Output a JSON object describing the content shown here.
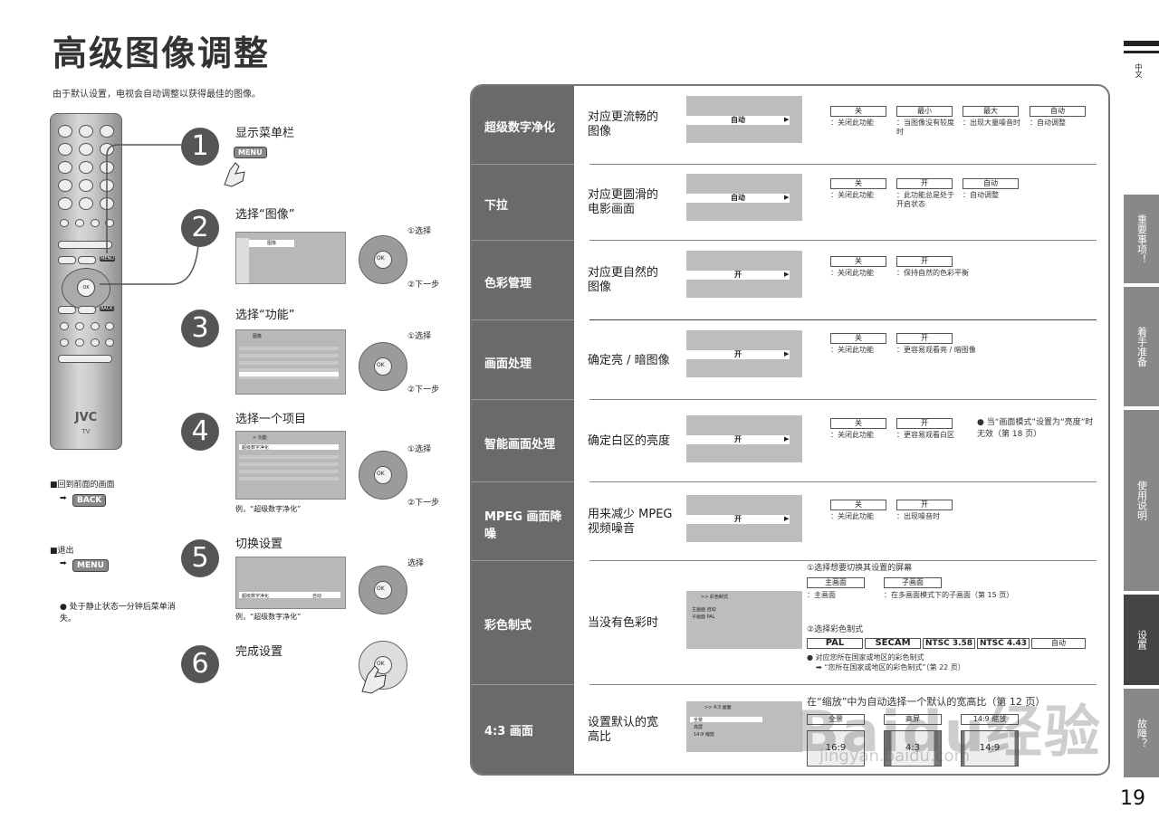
{
  "page": {
    "title": "高级图像调整",
    "subtitle": "由于默认设置，电视会自动调整以获得最佳的图像。",
    "page_number": "19",
    "lang_tag": "中文"
  },
  "remote": {
    "brand": "JVC",
    "model": "TV",
    "menu_key": "MENU",
    "back_key": "BACK",
    "ok_key": "OK"
  },
  "steps": [
    {
      "num": "1",
      "label": "显示菜单栏",
      "key": "MENU"
    },
    {
      "num": "2",
      "label": "选择“图像”",
      "menu_item": "图像",
      "a1": "①选择",
      "a2": "②下一步"
    },
    {
      "num": "3",
      "label": "选择“功能”",
      "a1": "①选择",
      "a2": "②下一步",
      "menu_title": "图像"
    },
    {
      "num": "4",
      "label": "选择一个项目",
      "a1": "①选择",
      "a2": "②下一步",
      "menu_title": "> 功能",
      "menu_first": "超级数字净化",
      "example": "例，“超级数字净化”"
    },
    {
      "num": "5",
      "label": "切换设置",
      "a1": "选择",
      "item": "超级数字净化",
      "value": "自动",
      "example": "例，“超级数字净化”"
    },
    {
      "num": "6",
      "label": "完成设置"
    }
  ],
  "notes": {
    "back_title": "■回到前面的画面",
    "back_key": "BACK",
    "exit_title": "■退出",
    "exit_key": "MENU",
    "exit_note": "● 处于静止状态一分钟后菜单消失。"
  },
  "rows": [
    {
      "label": "超级数字净化",
      "desc": "对应更流畅的图像",
      "screen_value": "自动",
      "options": [
        "关",
        "最小",
        "最大",
        "自动"
      ],
      "option_descs": [
        "：关闭此功能",
        "：当图像没有较度时",
        "：出现大量噪音时",
        "：自动调整"
      ]
    },
    {
      "label": "下拉",
      "desc": "对应更圆滑的电影画面",
      "screen_value": "自动",
      "options": [
        "关",
        "开",
        "自动"
      ],
      "option_descs": [
        "：关闭此功能",
        "：此功能总是处于开启状态",
        "：自动调整"
      ]
    },
    {
      "label": "色彩管理",
      "desc": "对应更自然的图像",
      "screen_value": "开",
      "options": [
        "关",
        "开"
      ],
      "option_descs": [
        "：关闭此功能",
        "：保持自然的色彩平衡"
      ]
    },
    {
      "label": "画面处理",
      "desc": "确定亮 / 暗图像",
      "screen_value": "开",
      "options": [
        "关",
        "开"
      ],
      "option_descs": [
        "：关闭此功能",
        "：更容易观看亮 / 暗图像"
      ]
    },
    {
      "label": "智能画面处理",
      "desc": "确定白区的亮度",
      "screen_value": "开",
      "options": [
        "关",
        "开"
      ],
      "option_descs": [
        "：关闭此功能",
        "：更容易观看白区"
      ],
      "note": "● 当“画面模式”设置为“亮度”时无效（第 18 页）"
    },
    {
      "label": "MPEG 画面降噪",
      "desc": "用来减少 MPEG 视频噪音",
      "screen_value": "开",
      "options": [
        "关",
        "开"
      ],
      "option_descs": [
        "：关闭此功能",
        "：出现噪音时"
      ]
    },
    {
      "label": "彩色制式",
      "desc": "当没有色彩时",
      "step1": "①选择想要切换其设置的屏幕",
      "screens": [
        "主画面",
        "子画面"
      ],
      "screen_descs": [
        "：主画面",
        "：在多画面模式下的子画面（第 15 页）"
      ],
      "step2": "②选择彩色制式",
      "systems": [
        "PAL",
        "SECAM",
        "NTSC 3.58",
        "NTSC 4.43",
        "自动"
      ],
      "note1": "● 对应您所在国家或地区的彩色制式",
      "note2": "➡ “您所在国家或地区的彩色制式”（第 22 页）",
      "mini_title": ">> 彩色制式",
      "mini_rows": [
        "主画面   自动",
        "子画面   PAL"
      ]
    },
    {
      "label": "4:3 画面",
      "desc": "设置默认的宽高比",
      "top_text": "在“缩放”中为自动选择一个默认的宽高比（第 12 页）",
      "aspects": [
        "全景",
        "高屏",
        "14:9 缩放"
      ],
      "aspect_vals": [
        "16:9",
        "4:3",
        "14:9"
      ],
      "mini_title": ">> 4:3 画面",
      "mini_rows": [
        "全景",
        "高屏",
        "14:9 缩放"
      ]
    }
  ],
  "side_tabs": [
    "重要事项！",
    "着手准备",
    "使用说明",
    "设置",
    "故障？"
  ],
  "watermark": "Baidu经验",
  "watermark_url": "jingyan.baidu.com"
}
